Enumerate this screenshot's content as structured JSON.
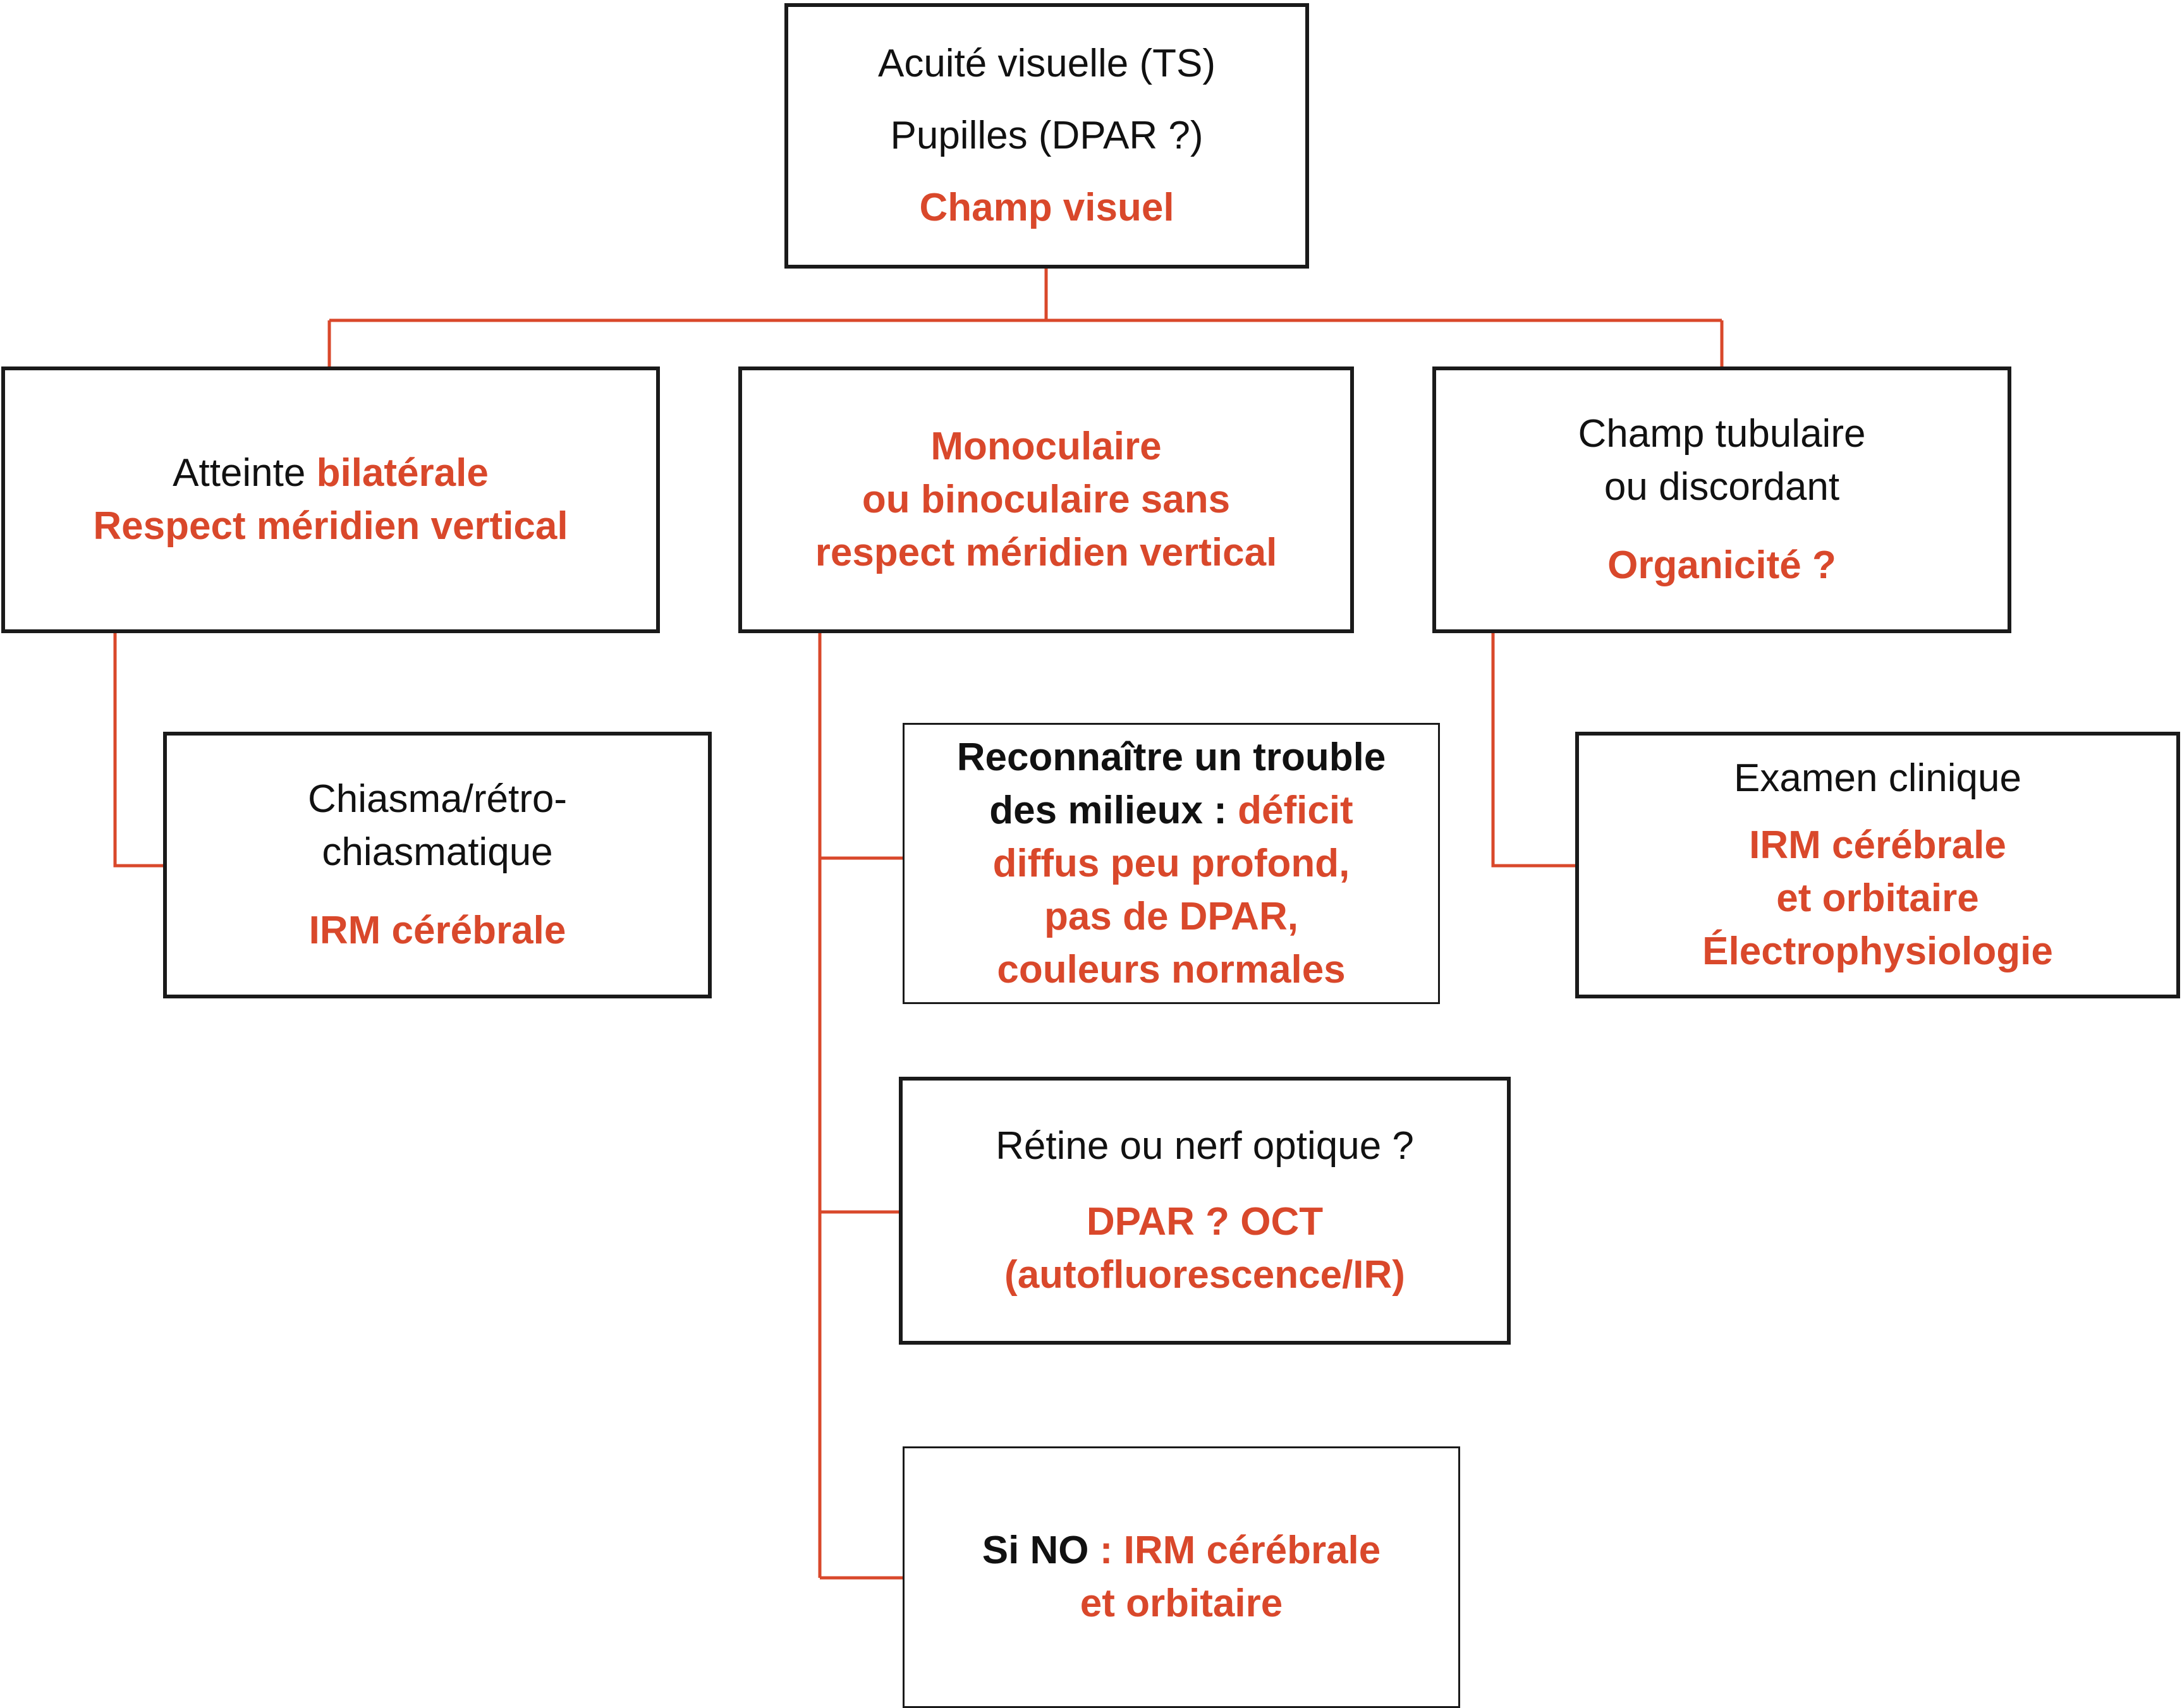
{
  "top": {
    "line1": "Acuité visuelle (TS)",
    "line2": "Pupilles (DPAR ?)",
    "line3": "Champ visuel"
  },
  "left": {
    "prefix": "Atteinte ",
    "highlight": "bilatérale",
    "line2": "Respect méridien vertical"
  },
  "middle": {
    "line1": "Monoculaire",
    "line2": "ou binoculaire sans",
    "line3": "respect méridien vertical"
  },
  "right": {
    "line1": "Champ tubulaire",
    "line2": "ou discordant",
    "line3": "Organicité ?"
  },
  "chiasma": {
    "line1": "Chiasma/rétro-",
    "line2": "chiasmatique",
    "line3": "IRM cérébrale"
  },
  "media": {
    "line1": "Reconnaître un trouble",
    "line2_black": "des milieux : ",
    "line2_red": "déficit",
    "line3": "diffus peu profond,",
    "line4": "pas de DPAR,",
    "line5": "couleurs normales"
  },
  "retina": {
    "line1": "Rétine ou nerf optique ?",
    "line2": "DPAR ? OCT",
    "line3": "(autofluorescence/IR)"
  },
  "no": {
    "prefix": "Si NO",
    "line1_red": " : IRM cérébrale",
    "line2": "et orbitaire"
  },
  "exam": {
    "line1": "Examen clinique",
    "line2": "IRM cérébrale",
    "line3": "et orbitaire",
    "line4": "Électrophysiologie"
  },
  "colors": {
    "accent": "#d9482b",
    "border": "#1a1a1a",
    "text": "#111111"
  }
}
